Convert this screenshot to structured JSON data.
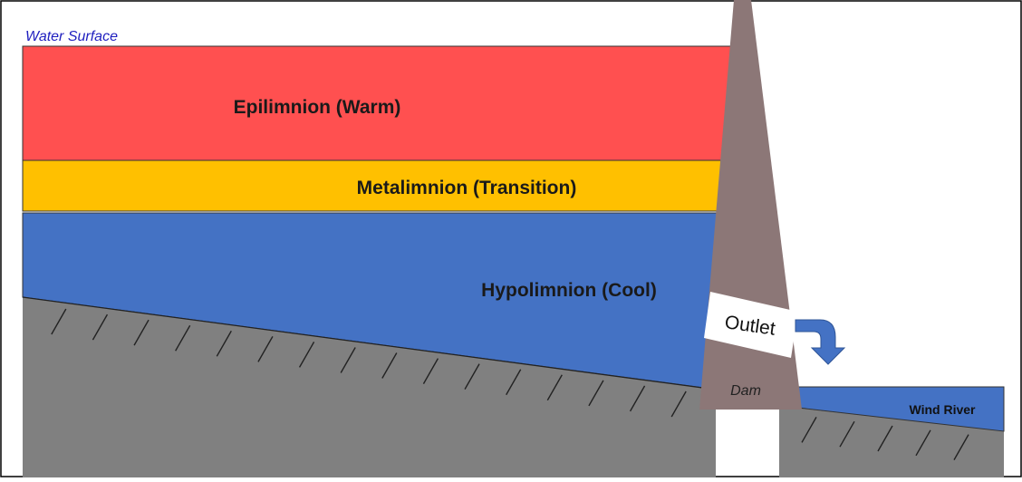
{
  "labels": {
    "water_surface": "Water Surface",
    "epilimnion": "Epilimnion (Warm)",
    "metalimnion": "Metalimnion (Transition)",
    "hypolimnion": "Hypolimnion (Cool)",
    "outlet": "Outlet",
    "dam": "Dam",
    "wind_river": "Wind River"
  },
  "colors": {
    "epilimnion": "#ff5050",
    "metalimnion": "#ffc000",
    "hypolimnion": "#4472c4",
    "ground": "#808080",
    "dam": "#8c7777",
    "outlet_box": "#ffffff",
    "arrow": "#4472c4"
  }
}
